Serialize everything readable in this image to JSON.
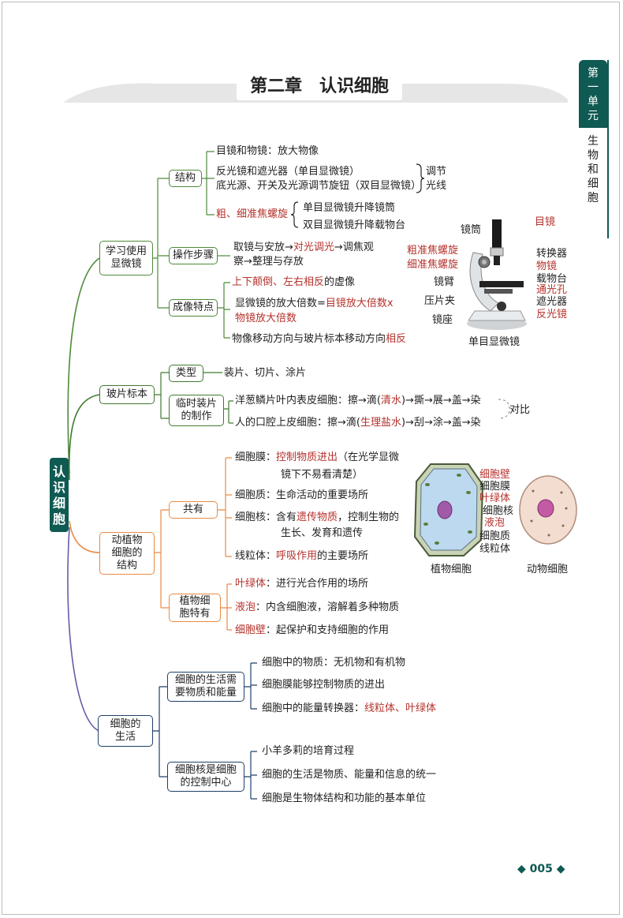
{
  "header": {
    "title": "第二章　认识细胞",
    "side_tab_unit": [
      "第",
      "一",
      "单",
      "元"
    ],
    "side_tab_name": [
      "生",
      "物",
      "和",
      "细",
      "胞"
    ]
  },
  "root_label": [
    "认",
    "识",
    "细",
    "胞"
  ],
  "page_number": "005",
  "section1": {
    "label_l1": "学习使用",
    "label_l2": "显微镜",
    "structure": {
      "label": "结构",
      "item1": "目镜和物镜：放大物像",
      "item2": "反光镜和遮光器（单目显微镜）",
      "item3": "底光源、开关及光源调节旋钮（双目显微镜）",
      "bracket_l1": "调节",
      "bracket_l2": "光线",
      "focus": "粗、细准焦螺旋",
      "focus1": "单目显微镜升降镜筒",
      "focus2": "双目显微镜升降载物台"
    },
    "steps": {
      "label": "操作步骤",
      "l1_a": "取镜与安放→",
      "l1_b": "对光调光",
      "l1_c": "→调焦观",
      "l2": "察→整理与存放"
    },
    "imaging": {
      "label": "成像特点",
      "i1_a": "上下颠倒",
      "i1_b": "、",
      "i1_c": "左右相反",
      "i1_d": "的虚像",
      "i2_a": "显微镜的放大倍数=",
      "i2_b": "目镜放大倍数x",
      "i2_c": "物镜放大倍数",
      "i3_a": "物像移动方向与玻片标本移动方向",
      "i3_b": "相反"
    },
    "microscope": {
      "caption": "单目显微镜",
      "left_labels": [
        "镜筒",
        "粗准焦螺旋",
        "细准焦螺旋",
        "镜臂",
        "压片夹",
        "镜座"
      ],
      "right_labels": [
        "目镜",
        "转换器",
        "物镜",
        "载物台",
        "通光孔",
        "遮光器",
        "反光镜"
      ]
    }
  },
  "section2": {
    "label": "玻片标本",
    "type_label": "类型",
    "types": "装片、切片、涂片",
    "temp_l1": "临时装片",
    "temp_l2": "的制作",
    "onion_a": "洋葱鳞片叶内表皮细胞：擦→滴(",
    "onion_b": "清水",
    "onion_c": ")→撕→展→盖→染",
    "cheek_a": "人的口腔上皮细胞：擦→滴(",
    "cheek_b": "生理盐水",
    "cheek_c": ")→刮→涂→盖→染",
    "compare": "对比"
  },
  "section3": {
    "label_l1": "动植物",
    "label_l2": "细胞的",
    "label_l3": "结构",
    "common_label": "共有",
    "membrane_a": "细胞膜：",
    "membrane_b": "控制物质进出",
    "membrane_c": "（在光学显微",
    "membrane_d": "镜下不易看清楚）",
    "cytoplasm": "细胞质：生命活动的重要场所",
    "nucleus_a": "细胞核：含有",
    "nucleus_b": "遗传物质",
    "nucleus_c": "，控制生物的",
    "nucleus_d": "生长、发育和遗传",
    "mito_a": "线粒体：",
    "mito_b": "呼吸作用",
    "mito_c": "的主要场所",
    "plant_only_l1": "植物细",
    "plant_only_l2": "胞特有",
    "chloro_a": "叶绿体",
    "chloro_b": "：进行光合作用的场所",
    "vacuole_a": "液泡",
    "vacuole_b": "：内含细胞液，溶解着多种物质",
    "wall_a": "细胞壁",
    "wall_b": "：起保护和支持细胞的作用",
    "plant_caption": "植物细胞",
    "animal_caption": "动物细胞",
    "cell_labels": [
      "细胞壁",
      "细胞膜",
      "叶绿体",
      "细胞核",
      "液泡",
      "细胞质",
      "线粒体"
    ]
  },
  "section4": {
    "label_l1": "细胞的",
    "label_l2": "生活",
    "needs_l1": "细胞的生活需",
    "needs_l2": "要物质和能量",
    "n1": "细胞中的物质：无机物和有机物",
    "n2": "细胞膜能够控制物质的进出",
    "n3_a": "细胞中的能量转换器：",
    "n3_b": "线粒体、叶绿体",
    "control_l1": "细胞核是细胞",
    "control_l2": "的控制中心",
    "c1": "小羊多莉的培育过程",
    "c2": "细胞的生活是物质、能量和信息的统一",
    "c3": "细胞是生物体结构和功能的基本单位"
  },
  "colors": {
    "accent_teal": "#0f5a52",
    "red_text": "#b5322c",
    "green_branch": "#4e8a3a",
    "orange_branch": "#e98a45",
    "navy_branch": "#1f3f6a",
    "purple_branch": "#6c5aa8"
  }
}
